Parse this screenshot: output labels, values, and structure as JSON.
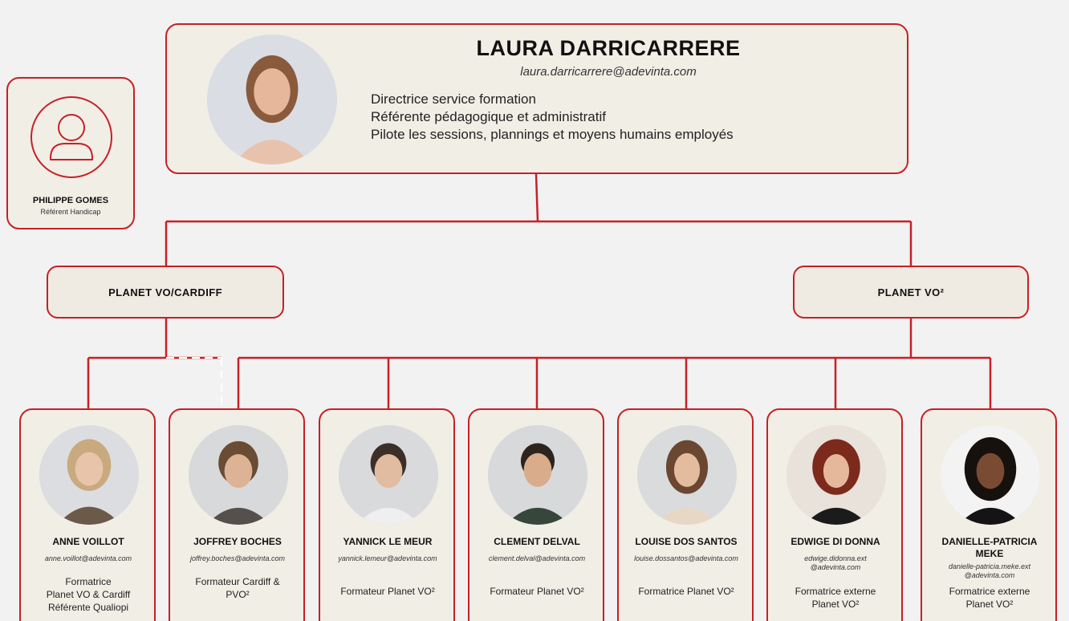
{
  "director": {
    "name": "LAURA DARRICARRERE",
    "email": "laura.darricarrere@adevinta.com",
    "roles": [
      "Directrice service formation",
      "Référente pédagogique et administratif",
      "Pilote les sessions, plannings et moyens humains employés"
    ]
  },
  "handicap_referent": {
    "name": "PHILIPPE GOMES",
    "role": "Référent Handicap",
    "icon": "user-icon"
  },
  "branches": [
    {
      "label": "PLANET VO/CARDIFF"
    },
    {
      "label": "PLANET VO²"
    }
  ],
  "trainers": [
    {
      "name": "ANNE VOILLOT",
      "email": "anne.voillot@adevinta.com",
      "role": [
        "Formatrice",
        "Planet VO & Cardiff",
        "Référente Qualiopi"
      ]
    },
    {
      "name": "JOFFREY BOCHES",
      "email": "joffrey.boches@adevinta.com",
      "role": [
        "Formateur Cardiff &",
        "PVO²"
      ]
    },
    {
      "name": "YANNICK LE MEUR",
      "email": "yannick.lemeur@adevinta.com",
      "role": [
        "Formateur Planet VO²"
      ]
    },
    {
      "name": "CLEMENT DELVAL",
      "email": "clement.delval@adevinta.com",
      "role": [
        "Formateur Planet VO²"
      ]
    },
    {
      "name": "LOUISE DOS SANTOS",
      "email": "louise.dossantos@adevinta.com",
      "role": [
        "Formatrice Planet VO²"
      ]
    },
    {
      "name": "EDWIGE DI DONNA",
      "email": [
        "edwige.didonna.ext",
        "@adevinta.com"
      ],
      "role": [
        "Formatrice externe",
        "Planet VO²"
      ]
    },
    {
      "name": [
        "DANIELLE-PATRICIA",
        "MEKE"
      ],
      "email": [
        "danielle-patricia.meke.ext",
        "@adevinta.com"
      ],
      "role": [
        "Formatrice externe",
        "Planet VO²"
      ]
    }
  ],
  "colors": {
    "accent": "#c62026",
    "card_bg": "#f1eee6",
    "page_bg": "#f2f2f2"
  }
}
